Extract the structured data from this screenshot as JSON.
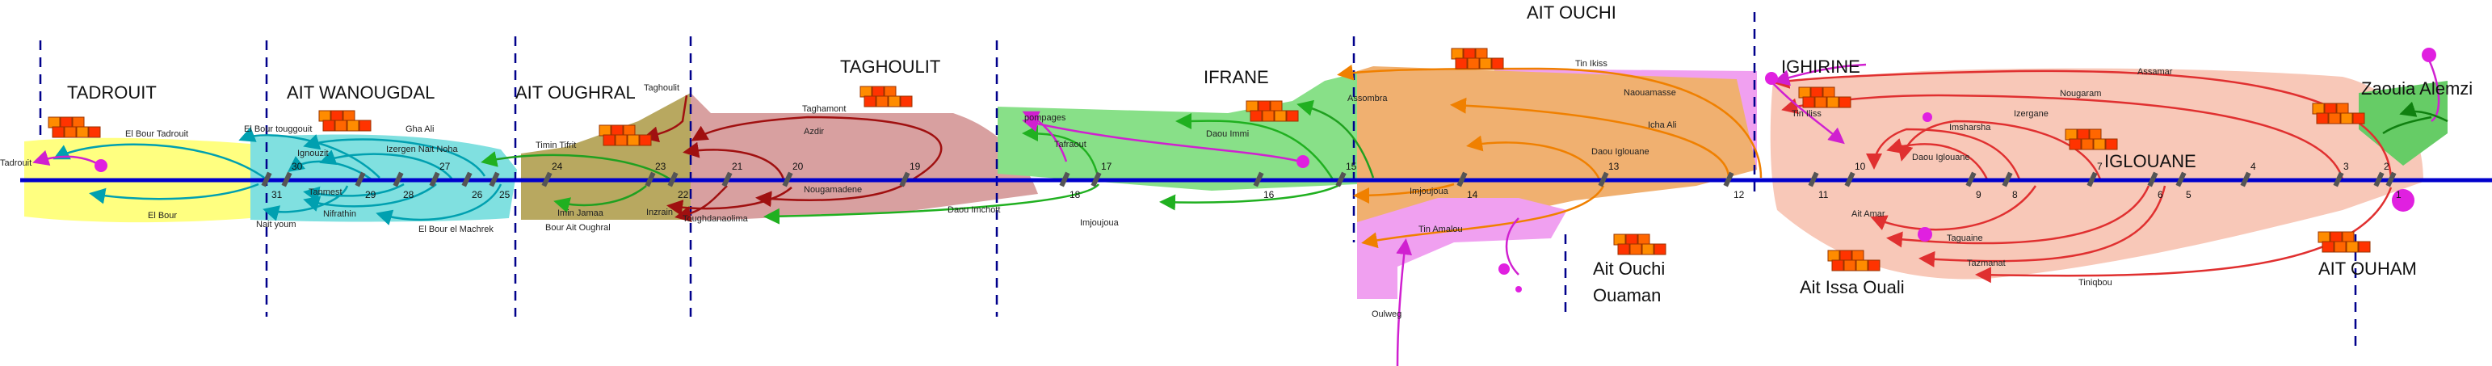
{
  "regions": [
    {
      "id": "tadrouit",
      "name": "TADROUIT"
    },
    {
      "id": "ait-wanougdal",
      "name": "AIT WANOUGDAL"
    },
    {
      "id": "ait-oughral",
      "name": "AIT OUGHRAL"
    },
    {
      "id": "taghoulit",
      "name": "TAGHOULIT"
    },
    {
      "id": "ifrane",
      "name": "IFRANE"
    },
    {
      "id": "ait-ouchi",
      "name": "AIT OUCHI"
    },
    {
      "id": "ighirine",
      "name": "IGHIRINE"
    },
    {
      "id": "iglouane",
      "name": "IGLOUANE"
    },
    {
      "id": "zaouia-alemzi",
      "name": "Zaouia Alemzi"
    },
    {
      "id": "ait-ouchi-ouaman-1",
      "name": "Ait Ouchi"
    },
    {
      "id": "ait-ouchi-ouaman-2",
      "name": "Ouaman"
    },
    {
      "id": "ait-issa-ouali",
      "name": "Ait Issa Ouali"
    },
    {
      "id": "ait-ouham",
      "name": "AIT OUHAM"
    }
  ],
  "numbers": [
    "1",
    "2",
    "3",
    "4",
    "5",
    "6",
    "7",
    "8",
    "9",
    "10",
    "11",
    "12",
    "13",
    "14",
    "15",
    "16",
    "17",
    "18",
    "19",
    "20",
    "21",
    "22",
    "23",
    "24",
    "25",
    "26",
    "27",
    "28",
    "29",
    "30",
    "31"
  ],
  "canals": {
    "tadrouit": "Tadrouit",
    "el_bour_tadrouit": "El Bour Tadrouit",
    "el_bour": "El Bour",
    "el_bour_touggouit": "El Bour touggouit",
    "ignouzit": "Ignouzit",
    "gha_ali": "Gha Ali",
    "izergen_nait_noha": "Izergen Nait Noha",
    "tanmest": "Tanmest",
    "nifrathin": "Nifrathin",
    "nait_youm": "Nait youm",
    "el_bour_el_machrek": "El Bour el Machrek",
    "timin_tifrit": "Timin Tifrit",
    "taghoulit_small": "Taghoulit",
    "imin_jamaa": "Imin Jamaa",
    "bour_ait_oughral": "Bour Ait Oughral",
    "inzrain": "Inzrain",
    "taghamont": "Taghamont",
    "azdir": "Azdir",
    "nougamadene": "Nougamadene",
    "toughdanaolima": "Toughdanaolima",
    "daou_imchott": "Daou Imchott",
    "pompages": "pompages",
    "tafraout": "Tafraout",
    "imjoujoua_1": "Imjoujoua",
    "daou_immi": "Daou Immi",
    "assombra": "Assombra",
    "tin_ikiss": "Tin Ikiss",
    "naouamasse": "Naouamasse",
    "icha_ali": "Icha Ali",
    "daou_iglouane_1": "Daou Iglouane",
    "imjoujoua_2": "Imjoujoua",
    "tin_amalou": "Tin Amalou",
    "ouaweg": "Oulweg",
    "assamar": "Assamar",
    "nougaram": "Nougaram",
    "tin_iliss": "Tin Iliss",
    "imsharsha": "Imsharsha",
    "izergane": "Izergane",
    "daou_iglouane_2": "Daou Iglouane",
    "ait_amar": "Ait Amar",
    "taguaine": "Taguaine",
    "tazmanat": "Tazmanat",
    "tiniqbou": "Tiniqbou"
  },
  "colors": {
    "river": "#0000cc",
    "tadrouit_zone": "#ffff80",
    "wanougdal_zone": "#80e0e0",
    "oughral_zone": "#b8a860",
    "taghoulit_zone": "#d8a0a0",
    "ifrane_zone": "#88e088",
    "aitouchi_zone": "#f0b070",
    "aitouchi_pink": "#f0a0f0",
    "iglouane_zone": "#f8c8b8",
    "zaouia_zone": "#66cc66",
    "boundary": "#00008b",
    "magenta": "#e020e0",
    "village_red": "#ff4010",
    "village_orange": "#ff8c00"
  }
}
